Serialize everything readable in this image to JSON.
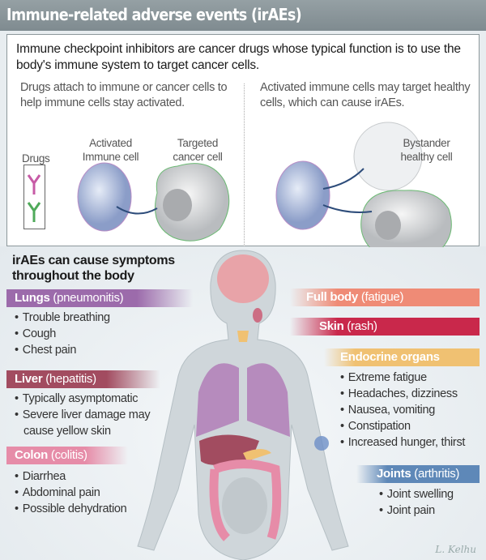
{
  "title": "Immune-related adverse events (irAEs)",
  "intro": "Immune checkpoint inhibitors are cancer drugs whose typical function is to use the body's immune system to target cancer cells.",
  "left_panel": {
    "caption": "Drugs attach to immune or cancer cells to help immune cells stay activated.",
    "drugs_label": "Drugs",
    "immune_label": "Activated Immune cell",
    "cancer_label": "Targeted cancer cell"
  },
  "right_panel": {
    "caption": "Activated immune cells may target healthy cells, which can cause irAEs.",
    "bystander_label": "Bystander healthy cell"
  },
  "body_title": "irAEs can cause symptoms throughout the body",
  "categories": [
    {
      "organ": "Lungs",
      "condition": "(pneumonitis)",
      "color": "#9c6bab",
      "symptoms": [
        "Trouble breathing",
        "Cough",
        "Chest pain"
      ]
    },
    {
      "organ": "Liver",
      "condition": "(hepatitis)",
      "color": "#a24c60",
      "symptoms": [
        "Typically asymptomatic",
        "Severe liver damage may cause yellow skin"
      ]
    },
    {
      "organ": "Colon",
      "condition": "(colitis)",
      "color": "#e68ca8",
      "symptoms": [
        "Diarrhea",
        "Abdominal pain",
        "Possible dehydration"
      ]
    },
    {
      "organ": "Full body",
      "condition": "(fatigue)",
      "color": "#ef8b76",
      "symptoms": []
    },
    {
      "organ": "Skin",
      "condition": "(rash)",
      "color": "#c9284b",
      "symptoms": []
    },
    {
      "organ": "Endocrine organs",
      "condition": "",
      "color": "#f0c172",
      "symptoms": [
        "Extreme fatigue",
        "Headaches, dizziness",
        "Nausea, vomiting",
        "Constipation",
        "Increased hunger, thirst"
      ]
    },
    {
      "organ": "Joints",
      "condition": "(arthritis)",
      "color": "#5e88b8",
      "symptoms": [
        "Joint swelling",
        "Joint pain"
      ]
    }
  ],
  "signature": "L. Kelhu"
}
